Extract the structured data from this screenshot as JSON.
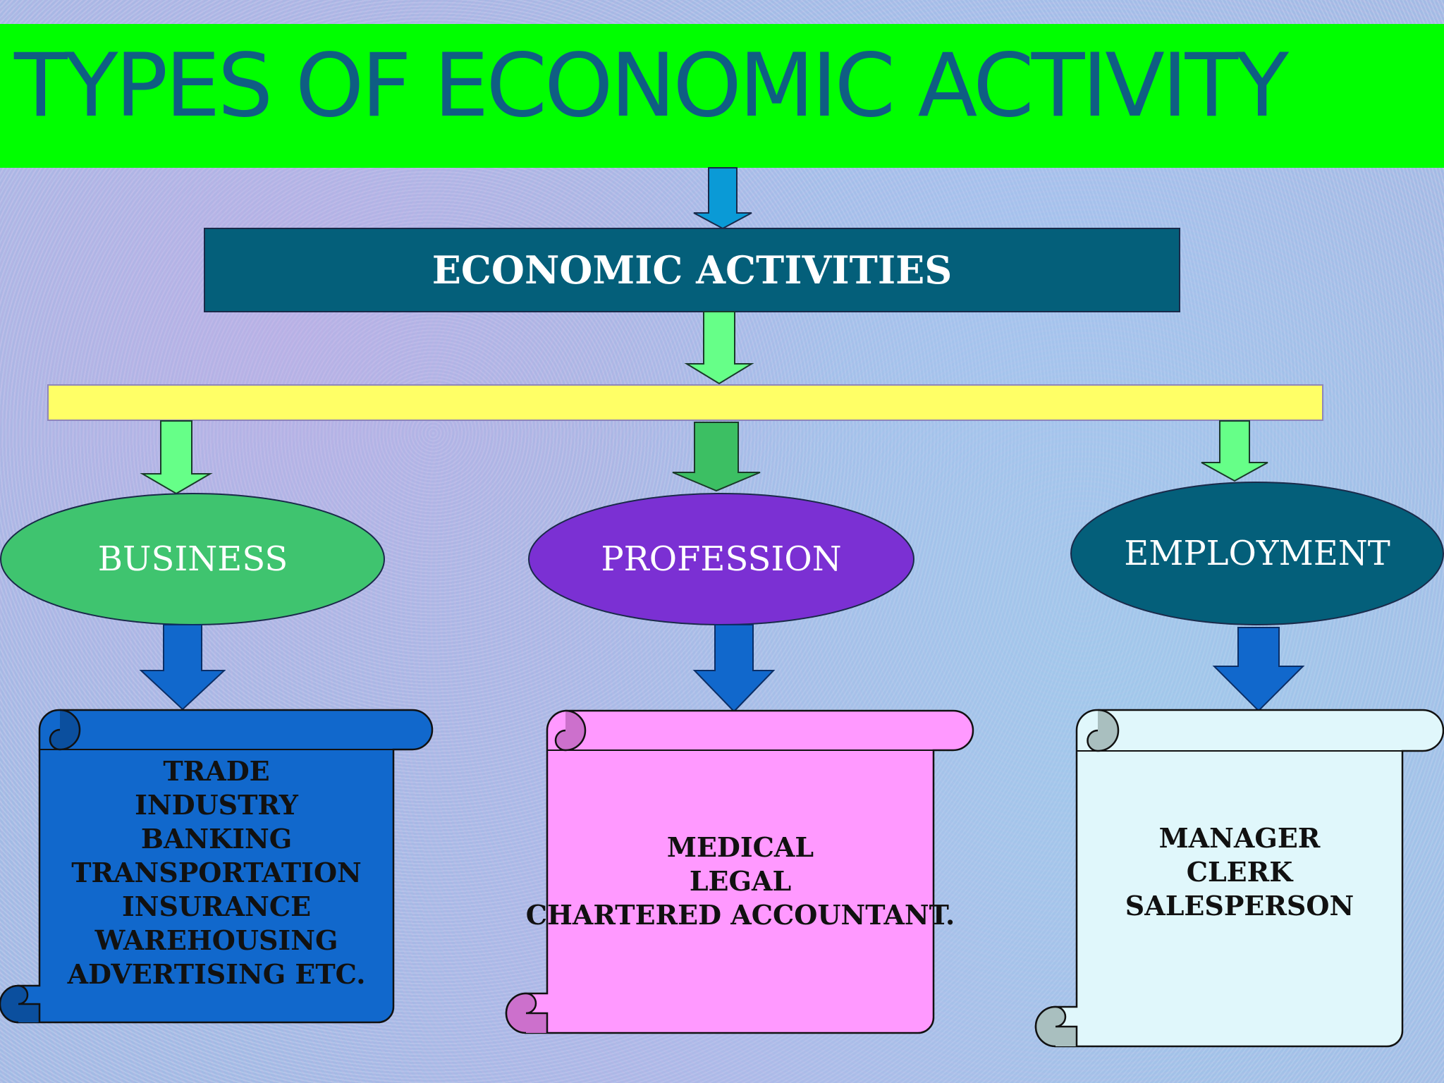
{
  "title": "TYPES OF ECONOMIC ACTIVITY",
  "root": {
    "label": "ECONOMIC ACTIVITIES"
  },
  "categories": [
    {
      "label": "BUSINESS",
      "items": [
        "TRADE",
        "INDUSTRY",
        "BANKING",
        "TRANSPORTATION",
        "INSURANCE",
        "WAREHOUSING",
        "ADVERTISING ETC."
      ]
    },
    {
      "label": "PROFESSION",
      "items": [
        "MEDICAL",
        "LEGAL",
        "CHARTERED ACCOUNTANT."
      ]
    },
    {
      "label": "EMPLOYMENT",
      "items": [
        "MANAGER",
        "CLERK",
        "SALESPERSON"
      ]
    }
  ],
  "colors": {
    "title_band": "#00ff00",
    "title_text": "#0f5e83",
    "root_box": "#045f7a",
    "connector_bar": "#ffff66",
    "business_oval": "#3fc46f",
    "profession_oval": "#7b30d3",
    "employment_oval": "#045f7a",
    "business_scroll": "#1168cc",
    "profession_scroll": "#ff99ff",
    "employment_scroll": "#e0f7fb",
    "blue_arrow": "#1168cc",
    "green_arrow": "#66ff88"
  }
}
